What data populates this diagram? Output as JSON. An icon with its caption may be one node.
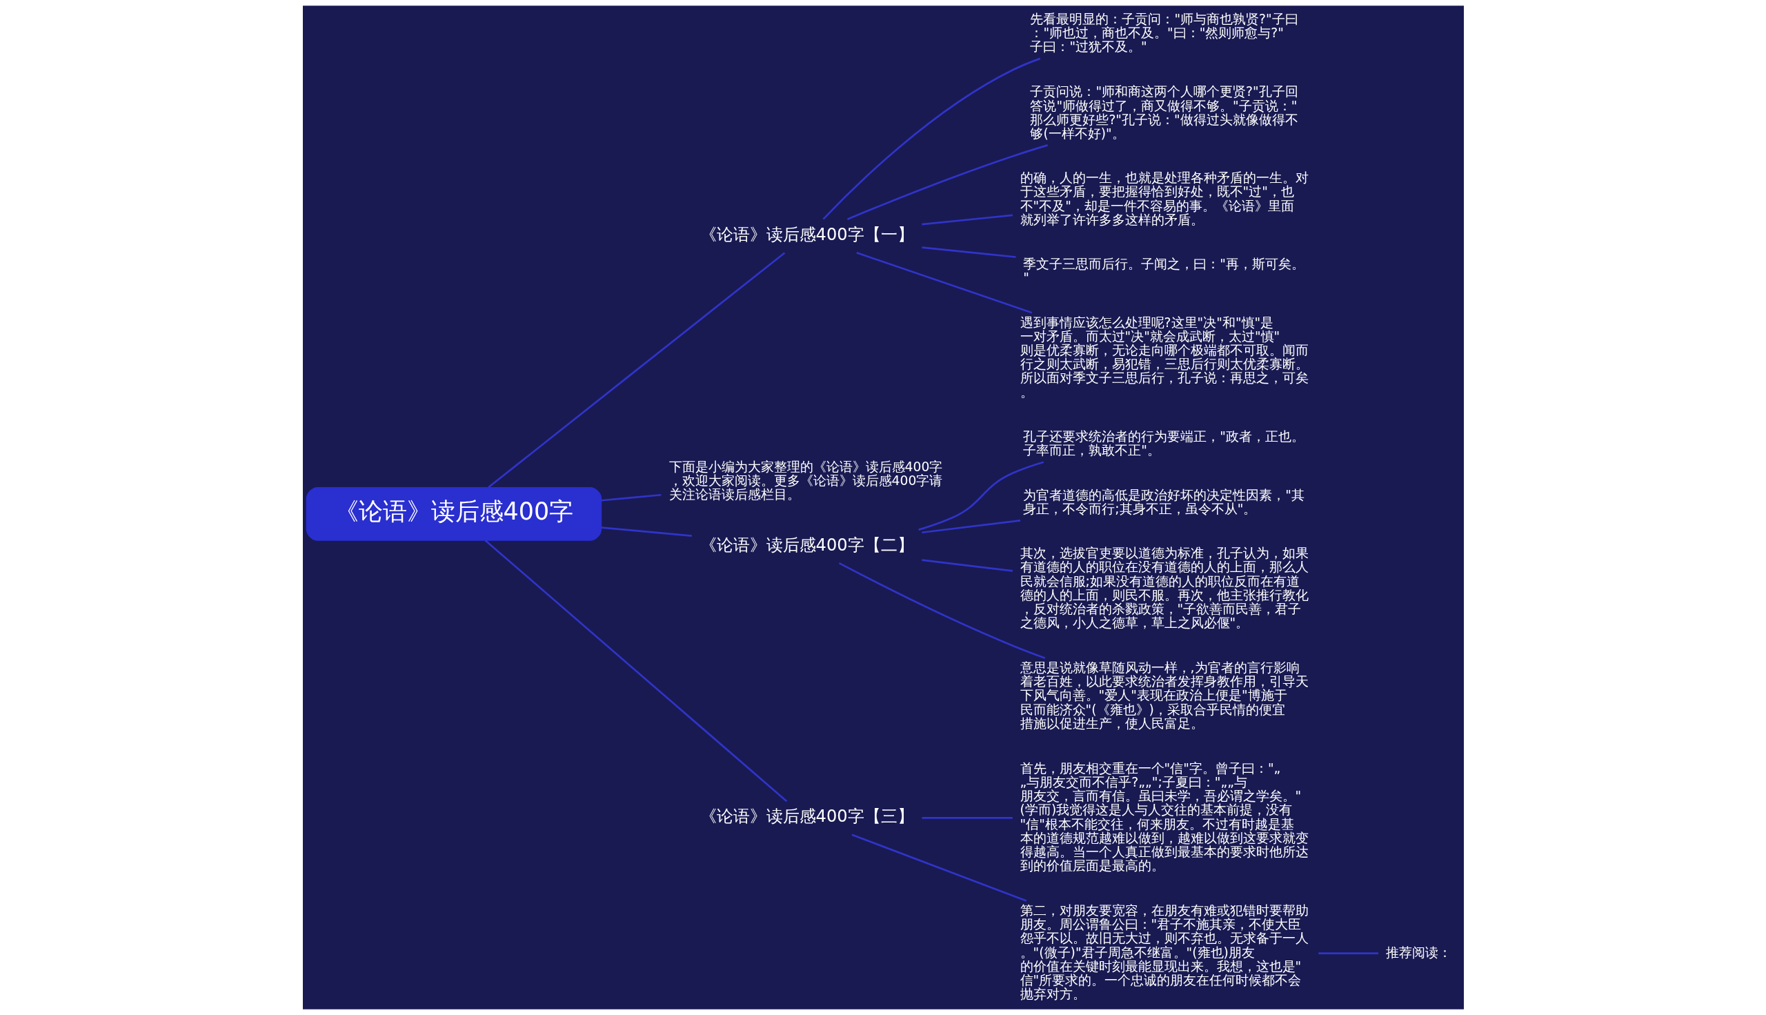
{
  "diagram": {
    "nodes": [
      {
        "text": [
          "《论语》读后感400字"
        ]
      },
      {
        "text": [
          "《论语》读后感400字【一】"
        ]
      },
      {
        "text": [
          "先看最明显的：子贡问：\"师与商也孰贤?\"子曰：\"师也过，商也不及。\"曰：\"然则师愈与?\"子曰：\"过犹不及。\""
        ]
      },
      {
        "text": [
          "子贡问说：\"师和商这两个人哪个更贤?\"孔子回答说\"师做得过了，商又做得不够。\"子贡说：\"那么师更好些?\"孔子说：\"做得过头就像做得不够(一样不好)\"。"
        ]
      },
      {
        "text": [
          "的确，人的一生，也就是处理各种矛盾的一生。对于这些矛盾，要把握得恰到好处，既不\"过\"，也不\"不及\"，却是一件不容易的事。《论语》里面就列举了许许多多这样的矛盾。"
        ]
      },
      {
        "text": [
          "季文子三思而后行。子闻之，曰：\"再，斯可矣。\""
        ]
      },
      {
        "text": [
          "遇到事情应该怎么处理呢?这里\"决\"和\"慎\"是一对矛盾。而太过\"决\"就会成武断，太过\"慎\"则是优柔寡断，无论走向哪个极端都不可取。闻而行之则太武断，易犯错，三思后行则太优柔寡断。所以面对季文子三思后行，孔子说：再思之，可矣。"
        ]
      },
      {
        "text": [
          "下面是小编为大家整理的《论语》读后感400字，欢迎大家阅读。更多《论语》读后感400字请关注论语读后感栏目。"
        ]
      },
      {
        "text": [
          "《论语》读后感400字【二】"
        ]
      },
      {
        "text": [
          "孔子还要求统治者的行为要端正，\"政者，正也。子率而正，孰敢不正\"。"
        ]
      },
      {
        "text": [
          "为官者道德的高低是政治好坏的决定性因素，\"其身正，不令而行;其身不正，虽令不从\"。"
        ]
      },
      {
        "text": [
          "其次，选拔官吏要以道德为标准，孔子认为，如果有道德的人的职位在没有道德的人的上面，那么人民就会信服;如果没有道德的人的职位反而在有道德的人的上面，则民不服。再次，他主张推行教化，反对统治者的杀戮政策，\"子欲善而民善，君子之德风，小人之德草，草上之风必偃\"。"
        ]
      },
      {
        "text": [
          "意思是说就像草随风动一样，,为官者的言行影响着老百姓，以此要求统治者发挥身教作用，引导天下风气向善。\"爱人\"表现在政治上便是\"博施于民而能济众\"(《雍也》)，采取合乎民情的便宜措施以促进生产，使人民富足。"
        ]
      },
      {
        "text": [
          "《论语》读后感400字【三】"
        ]
      },
      {
        "text": [
          "首先，朋友相交重在一个\"信\"字。曾子曰：\"„„与朋友交而不信乎?„„\";子夏曰：\"„„与朋友交，言而有信。虽曰未学，吾必谓之学矣。\"(学而)我觉得这是人与人交往的基本前提，没有\"信\"根本不能交往，何来朋友。不过有时越是基本的道德规范越难以做到，越难以做到这要求就变得越高。当一个人真正做到最基本的要求时他所达到的价值层面是最高的。"
        ]
      },
      {
        "text": [
          "第二，对朋友要宽容，在朋友有难或犯错时要帮助朋友。周公谓鲁公曰：\"君子不施其亲，不使大臣怨乎不以。故旧无大过，则不弃也。无求备于一人。\"(微子)\"君子周急不继富。\"(雍也)朋友的价值在关键时刻最能显现出来。我想，这也是\"信\"所要求的。一个忠诚的朋友在任何时候都不会抛弃对方。"
        ]
      },
      {
        "text": [
          "推荐阅读："
        ]
      }
    ],
    "edges": [
      {
        "from": 0,
        "to": 1,
        "arrow": "none"
      },
      {
        "from": 1,
        "to": 2,
        "arrow": "none"
      },
      {
        "from": 1,
        "to": 3,
        "arrow": "none"
      },
      {
        "from": 1,
        "to": 4,
        "arrow": "none"
      },
      {
        "from": 1,
        "to": 5,
        "arrow": "none"
      },
      {
        "from": 1,
        "to": 6,
        "arrow": "none"
      },
      {
        "from": 0,
        "to": 7,
        "arrow": "none"
      },
      {
        "from": 0,
        "to": 8,
        "arrow": "none"
      },
      {
        "from": 8,
        "to": 9,
        "arrow": "none"
      },
      {
        "from": 8,
        "to": 10,
        "arrow": "none"
      },
      {
        "from": 8,
        "to": 11,
        "arrow": "none"
      },
      {
        "from": 8,
        "to": 12,
        "arrow": "none"
      },
      {
        "from": 0,
        "to": 13,
        "arrow": "none"
      },
      {
        "from": 13,
        "to": 14,
        "arrow": "none"
      },
      {
        "from": 13,
        "to": 15,
        "arrow": "none"
      },
      {
        "from": 15,
        "to": 16,
        "arrow": "none"
      }
    ]
  }
}
